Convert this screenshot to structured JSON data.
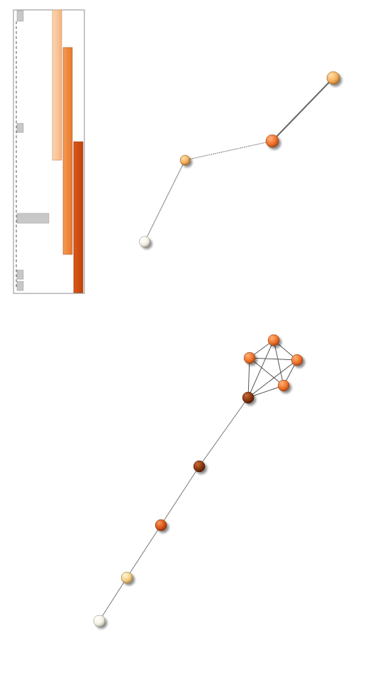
{
  "colors": {
    "background": "#ffffff",
    "panel_border": "#8c8c8c",
    "gray_bar": "#c8c8c8",
    "edge": "#666666",
    "node_white": "#fbfbf5",
    "node_cream": "#f6e6b8",
    "node_light_orange": "#f6b96a",
    "node_orange": "#f2782e",
    "node_dark_orange": "#e0561a",
    "node_brown": "#8f3a10",
    "bar_light": "#f9c89b",
    "bar_mid": "#f08838",
    "bar_dark": "#d04e12"
  },
  "graphs": [
    {
      "name": "upper-graph",
      "node_count": 4,
      "edge_count": 3
    },
    {
      "name": "lower-graph",
      "node_count": 9,
      "edge_count": 14
    }
  ]
}
